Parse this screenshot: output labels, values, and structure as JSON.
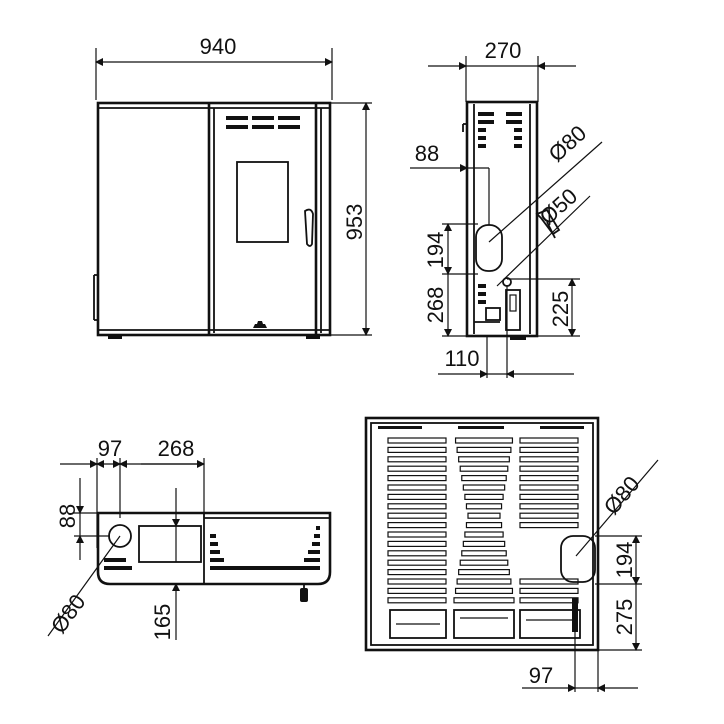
{
  "drawing": {
    "front_view": {
      "width": "940",
      "height": "953"
    },
    "side_view": {
      "depth": "270",
      "flue_diameter": "Ø80",
      "flue_offset": "88",
      "air_diameter": "Ø50",
      "flue_height": "194",
      "lower_height": "268",
      "air_height": "225",
      "bottom_offset": "110"
    },
    "top_view": {
      "offset_left": "97",
      "offset_width": "268",
      "offset_depth": "88",
      "flue_diameter": "Ø80",
      "bottom_depth": "165"
    },
    "rear_view": {
      "flue_diameter": "Ø80",
      "flue_height": "194",
      "lower_height": "275",
      "side_offset": "97"
    }
  }
}
